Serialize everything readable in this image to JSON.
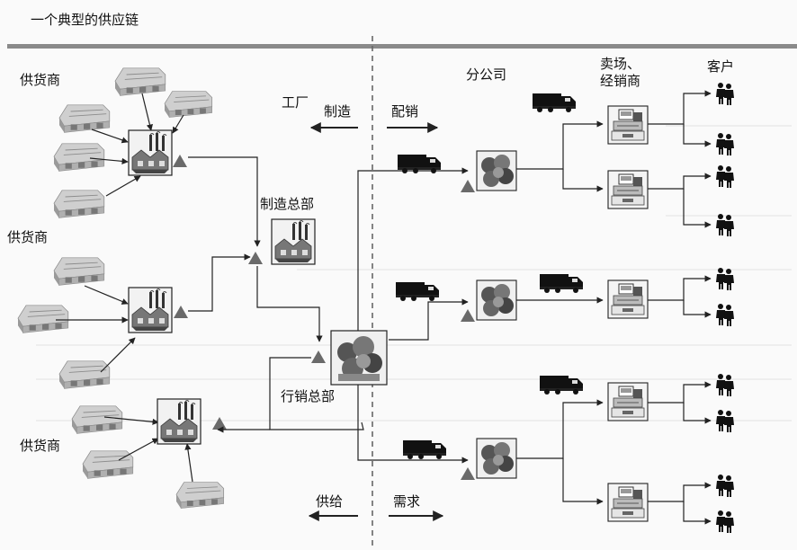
{
  "title": "一个典型的供应链",
  "labels": {
    "supplier_top": "供货商",
    "supplier_mid": "供货商",
    "supplier_bottom": "供货商",
    "factory": "工厂",
    "manufacturing_hq": "制造总部",
    "marketing_hq": "行销总部",
    "branch": "分公司",
    "retailers": "卖场、\n经销商",
    "customers": "客户"
  },
  "arrows": {
    "manufacture": "制造",
    "distribution": "配销",
    "supply": "供给",
    "demand": "需求"
  },
  "colors": {
    "line": "#222222",
    "header_band": "#8a8a8a",
    "divider": "#666666"
  }
}
